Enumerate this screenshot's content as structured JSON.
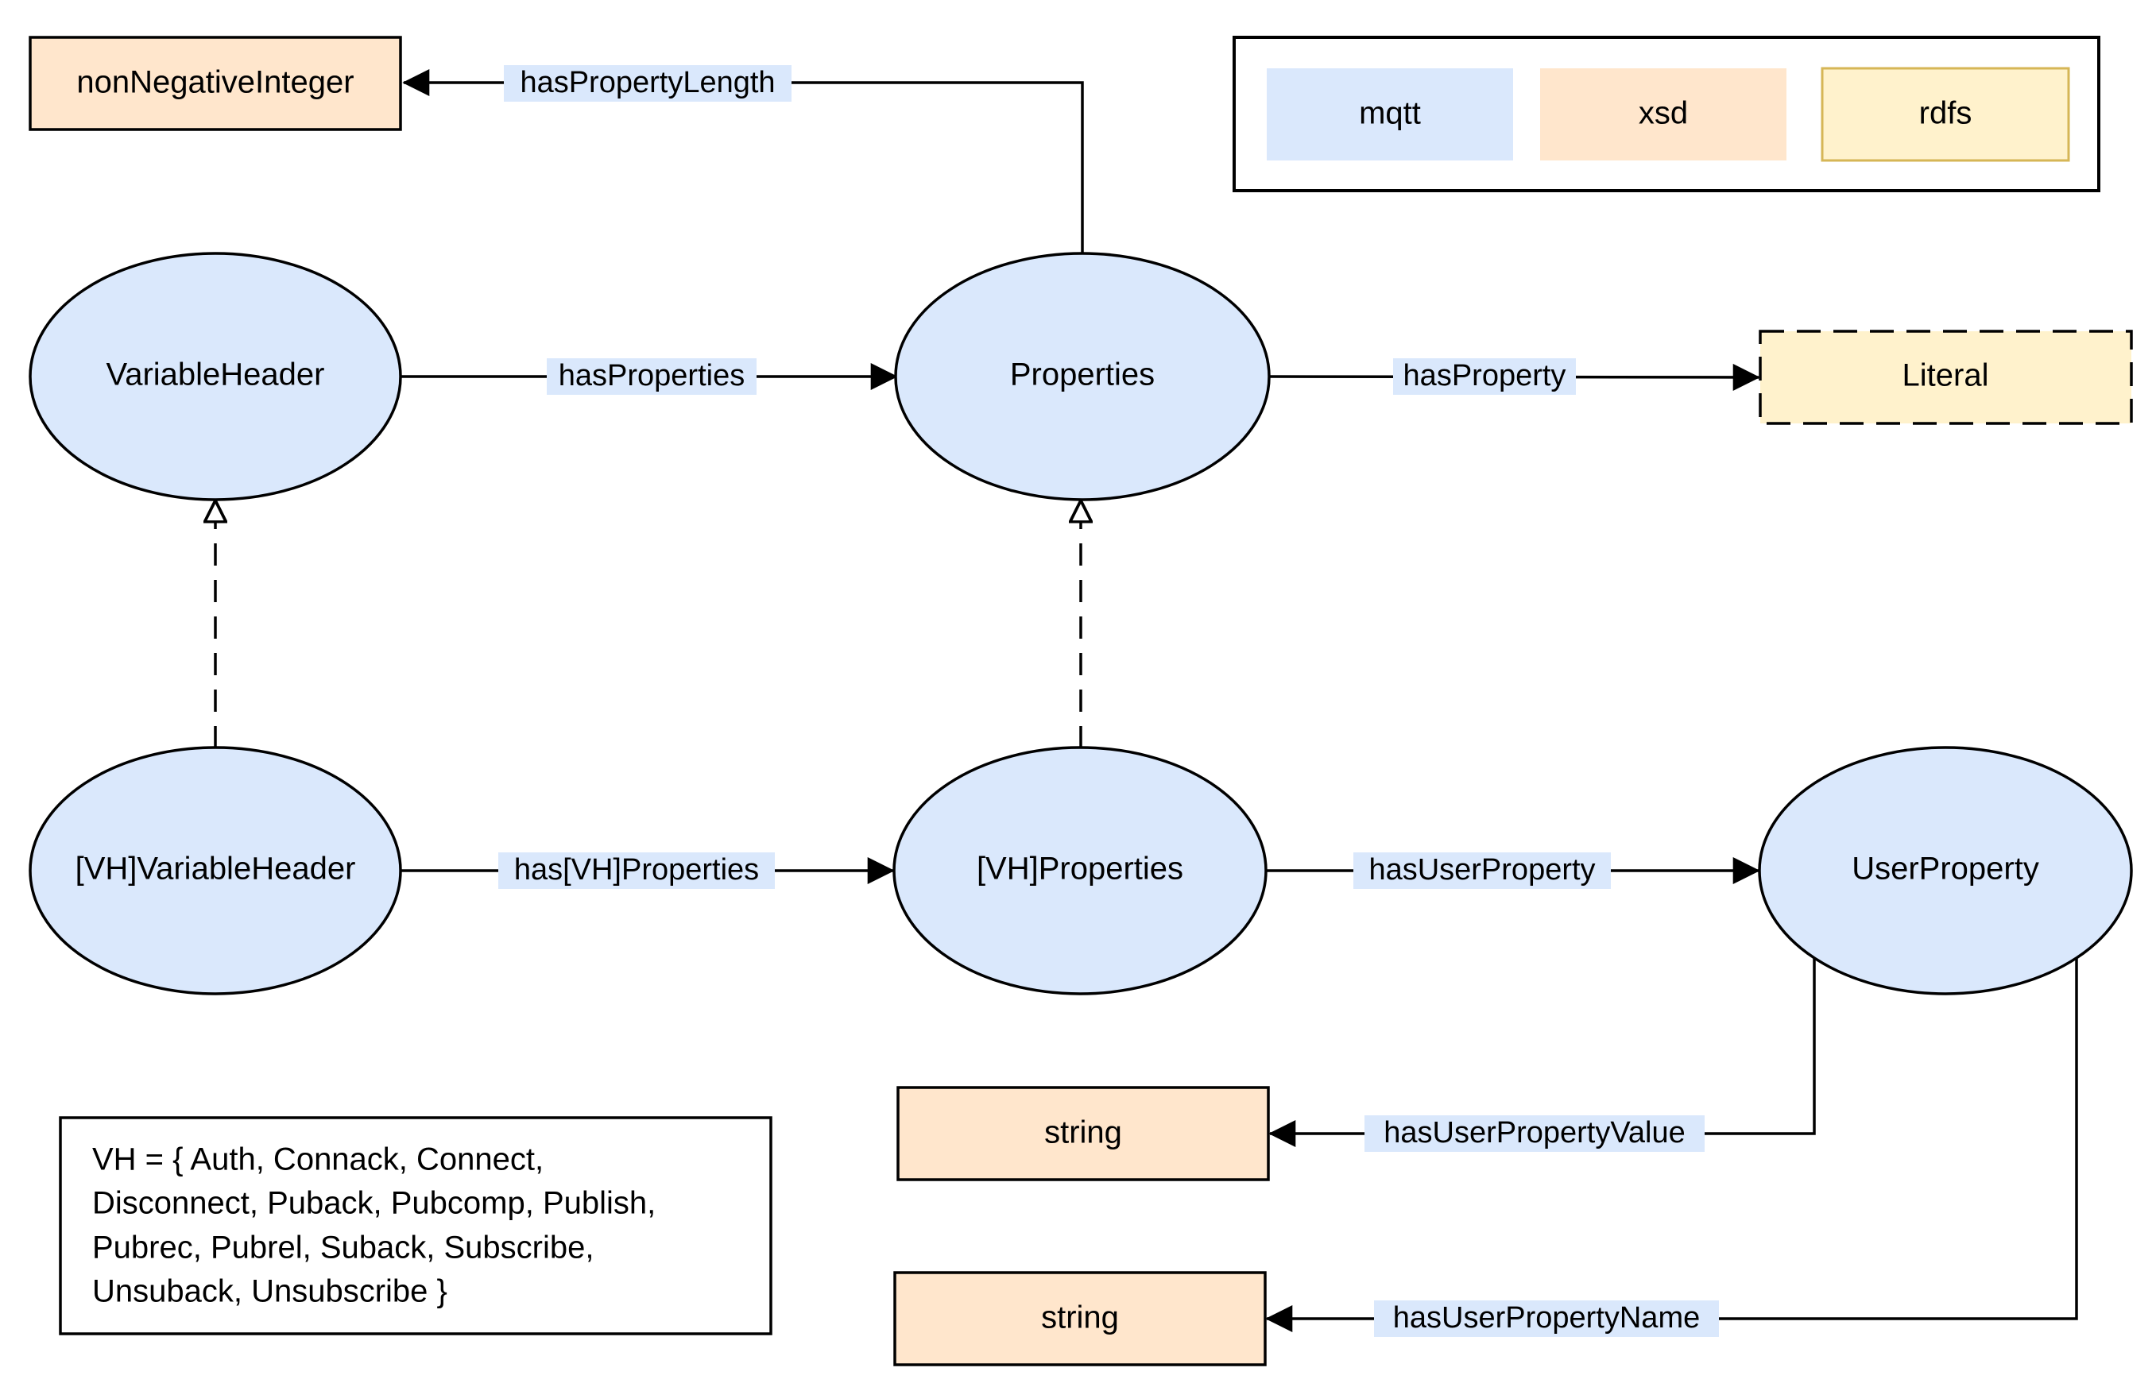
{
  "colors": {
    "mqtt_fill": "#dae8fc",
    "mqtt_stroke": "#000000",
    "xsd_fill": "#ffe6cc",
    "rdfs_fill": "#fff2cc",
    "rdfs_stroke": "#d6b656",
    "label_bg": "#dae8fc",
    "line": "#000000"
  },
  "legend": {
    "mqtt": "mqtt",
    "xsd": "xsd",
    "rdfs": "rdfs"
  },
  "nodes": {
    "nonNegativeInteger": "nonNegativeInteger",
    "variableHeader": "VariableHeader",
    "properties": "Properties",
    "literal": "Literal",
    "vhVariableHeader": "[VH]VariableHeader",
    "vhProperties": "[VH]Properties",
    "userProperty": "UserProperty",
    "stringValue": "string",
    "stringName": "string"
  },
  "edges": {
    "hasPropertyLength": "hasPropertyLength",
    "hasProperties": "hasProperties",
    "hasProperty": "hasProperty",
    "hasVhProperties": "has[VH]Properties",
    "hasUserProperty": "hasUserProperty",
    "hasUserPropertyValue": "hasUserPropertyValue",
    "hasUserPropertyName": "hasUserPropertyName"
  },
  "note": {
    "lines": [
      "VH = { Auth, Connack, Connect,",
      "Disconnect, Puback, Pubcomp, Publish,",
      "Pubrec, Pubrel, Suback, Subscribe,",
      "Unsuback, Unsubscribe }"
    ]
  }
}
